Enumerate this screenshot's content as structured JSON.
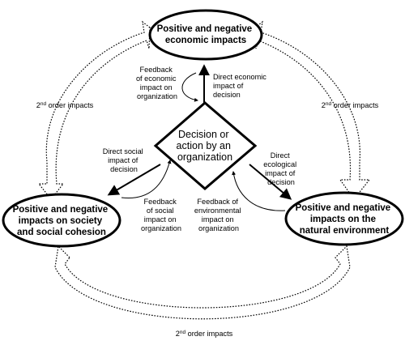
{
  "nodes": {
    "economic": [
      "Positive and negative",
      "economic impacts"
    ],
    "society": [
      "Positive and negative",
      "impacts on society",
      "and social cohesion"
    ],
    "environment": [
      "Positive and negative",
      "impacts on the",
      "natural environment"
    ],
    "decision": [
      "Decision or",
      "action by an",
      "organization"
    ]
  },
  "flows": {
    "direct_economic": [
      "Direct economic",
      "impact of",
      "decision"
    ],
    "feedback_economic": [
      "Feedback",
      "of economic",
      "impact on",
      "organization"
    ],
    "direct_social": [
      "Direct social",
      "impact of",
      "decision"
    ],
    "feedback_social": [
      "Feedback",
      "of social",
      "impact on",
      "organization"
    ],
    "direct_ecological": [
      "Direct",
      "ecological",
      "impact of",
      "decision"
    ],
    "feedback_environmental": [
      "Feedback of",
      "environmental",
      "impact on",
      "organization"
    ]
  },
  "second_order": {
    "label_base": "2",
    "label_sup": "nd",
    "label_rest": " order impacts"
  }
}
